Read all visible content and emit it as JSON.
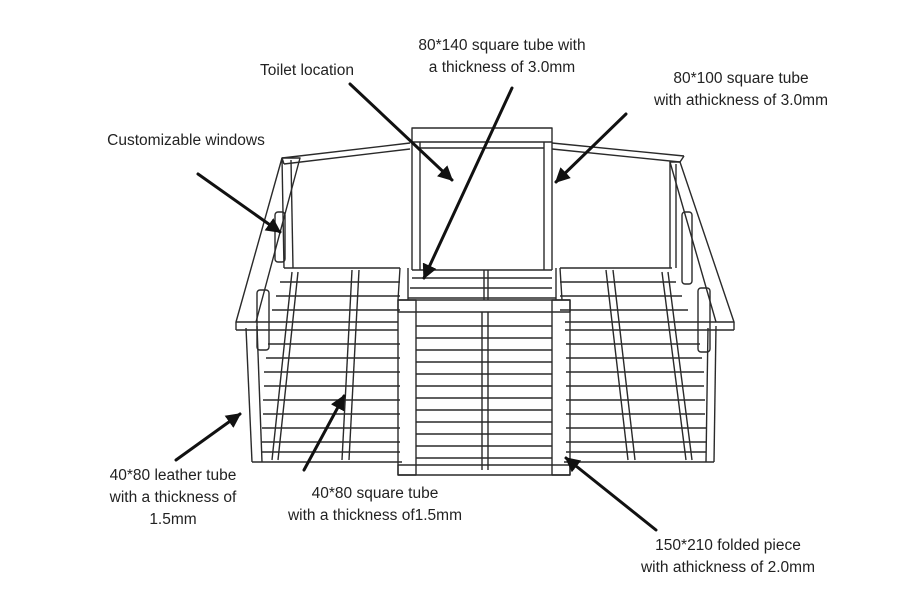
{
  "labels": {
    "toilet": {
      "lines": [
        "Toilet location"
      ]
    },
    "tube_80x140": {
      "lines": [
        "80*140 square tube with",
        "a thickness of 3.0mm"
      ]
    },
    "tube_80x100": {
      "lines": [
        "80*100 square tube",
        "with athickness of 3.0mm"
      ]
    },
    "windows": {
      "lines": [
        "Customizable windows"
      ]
    },
    "leather_tube": {
      "lines": [
        "40*80 leather tube",
        "with a thickness of",
        "1.5mm"
      ]
    },
    "square_tube_40x80": {
      "lines": [
        "40*80 square tube",
        "with a thickness of1.5mm"
      ]
    },
    "folded_piece": {
      "lines": [
        "150*210 folded piece",
        "with athickness of 2.0mm"
      ]
    }
  },
  "colors": {
    "line": "#2a2a2a",
    "arrow": "#111111",
    "text": "#222222",
    "background": "#ffffff"
  }
}
